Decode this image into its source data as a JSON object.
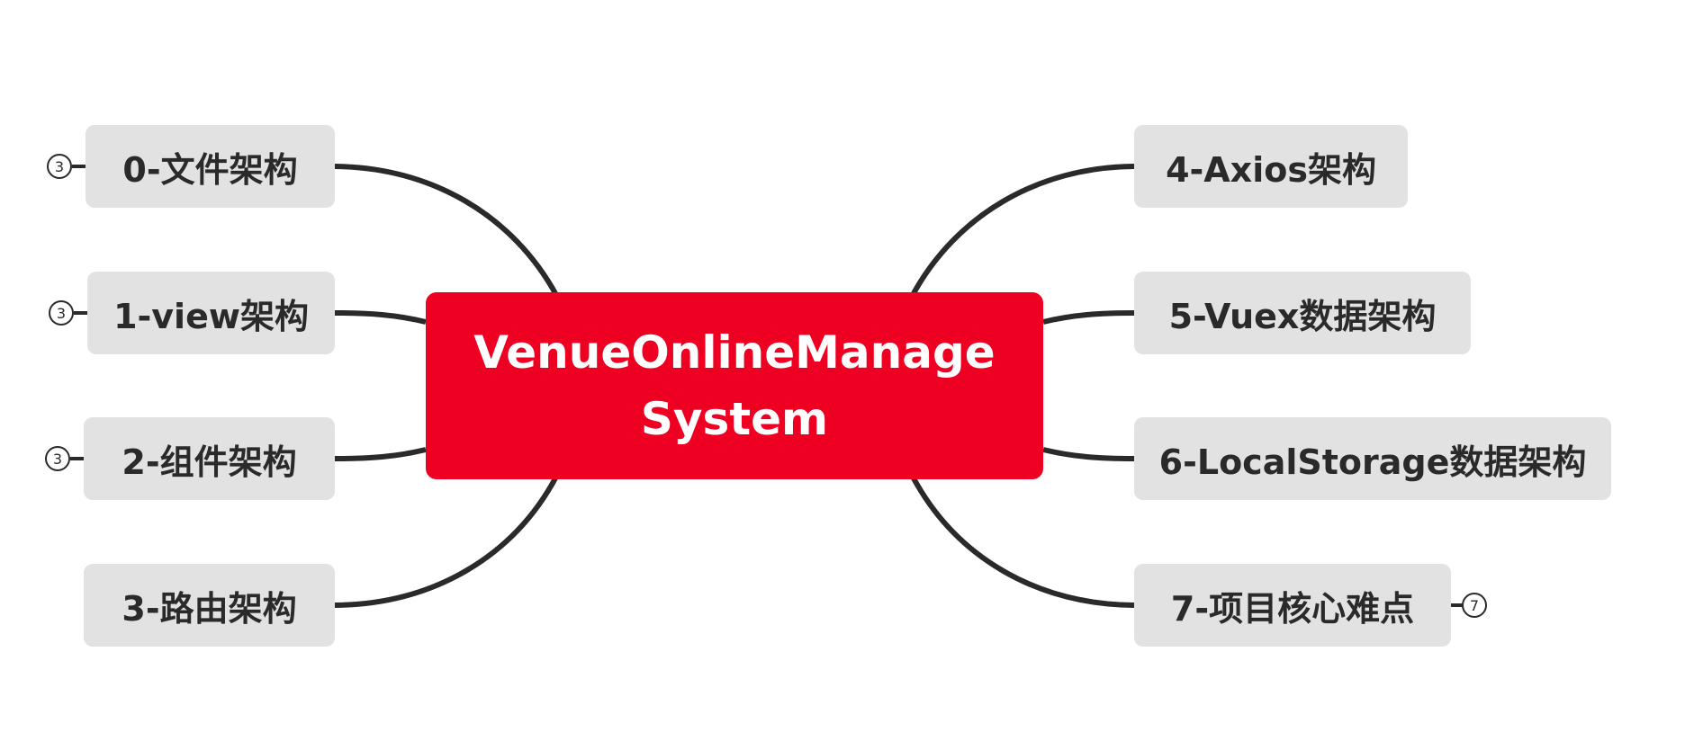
{
  "colors": {
    "central_fill": "#ee0022",
    "central_text": "#ffffff",
    "topic_fill": "#e2e2e2",
    "topic_text": "#2a2a2a",
    "connector": "#2a2a2a"
  },
  "central": {
    "line1": "VenueOnlineManage",
    "line2": "System"
  },
  "topics_left": [
    {
      "label": "0-文件架构",
      "collapsed_count": "3"
    },
    {
      "label": "1-view架构",
      "collapsed_count": "3"
    },
    {
      "label": "2-组件架构",
      "collapsed_count": "3"
    },
    {
      "label": "3-路由架构",
      "collapsed_count": ""
    }
  ],
  "topics_right": [
    {
      "label": "4-Axios架构",
      "collapsed_count": ""
    },
    {
      "label": "5-Vuex数据架构",
      "collapsed_count": ""
    },
    {
      "label": "6-LocalStorage数据架构",
      "collapsed_count": ""
    },
    {
      "label": "7-项目核心难点",
      "collapsed_count": "7"
    }
  ]
}
